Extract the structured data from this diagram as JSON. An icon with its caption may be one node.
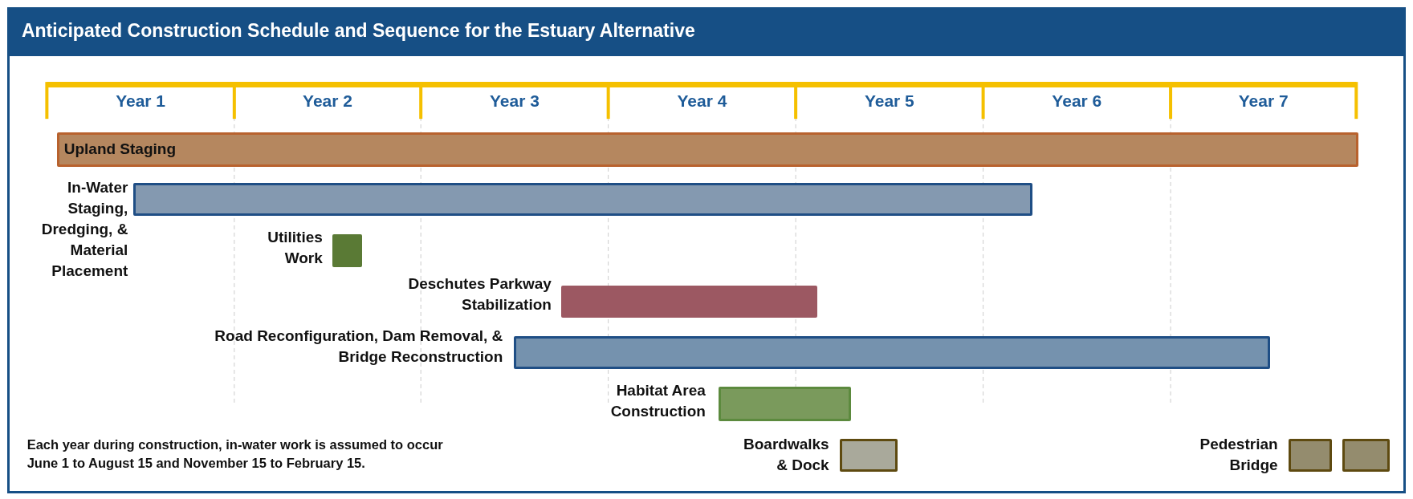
{
  "diagram": {
    "title": "Anticipated Construction Schedule and Sequence for the Estuary Alternative",
    "nodes": [
      {
        "text": [
          "Upland Staging"
        ]
      },
      {
        "text": [],
        "shape": "bar",
        "beside": [
          "In-Water Staging, Dredging, & Material Placement"
        ]
      },
      {
        "text": [],
        "shape": "bar",
        "beside": [
          "Utilities Work"
        ]
      },
      {
        "text": [],
        "shape": "bar",
        "beside": [
          "Deschutes Parkway Stabilization"
        ]
      },
      {
        "text": [],
        "shape": "bar",
        "beside": [
          "Road Reconfiguration, Dam Removal, & Bridge Reconstruction"
        ]
      },
      {
        "text": [],
        "shape": "bar",
        "beside": [
          "Habitat Area Construction"
        ]
      },
      {
        "text": [],
        "shape": "bar",
        "beside": [
          "Boardwalks & Dock"
        ]
      },
      {
        "text": [],
        "shape": "bar",
        "beside": [
          "Pedestrian Bridge"
        ]
      },
      {
        "text": [],
        "shape": "bar"
      }
    ],
    "edges": [],
    "labels": [
      "Year 1",
      "Year 2",
      "Year 3",
      "Year 4",
      "Year 5",
      "Year 6",
      "Year 7",
      "Each year during construction, in-water work is assumed to occur June 1 to August 15 and November 15 to February 15."
    ]
  }
}
